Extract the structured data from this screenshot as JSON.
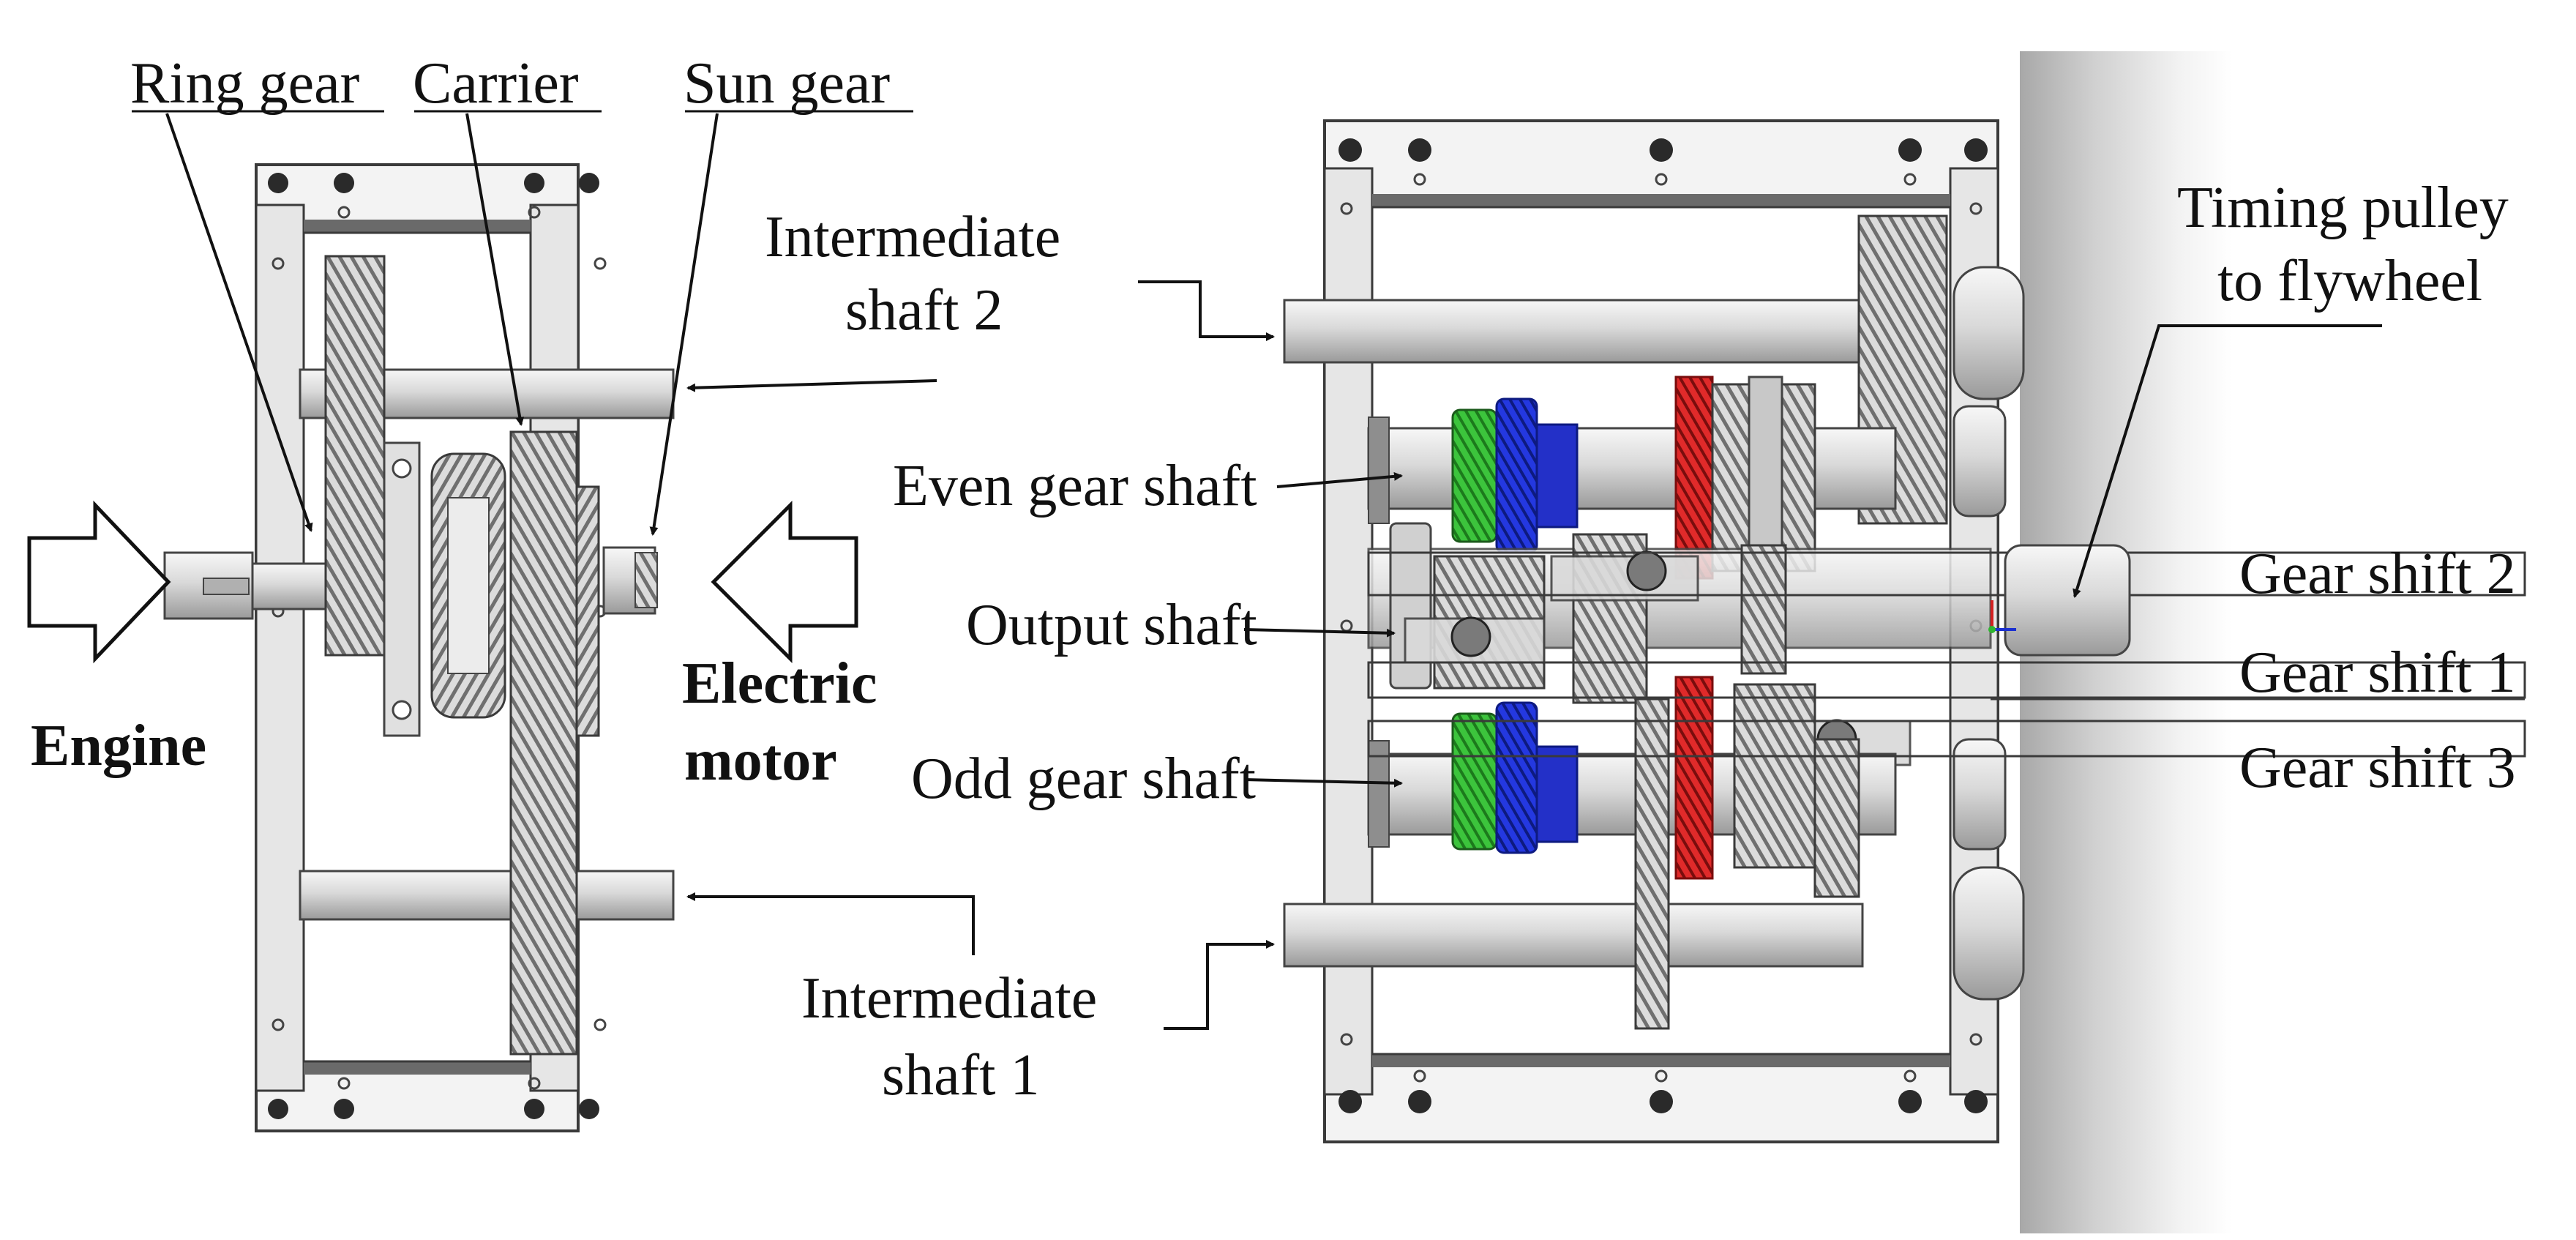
{
  "planetary": {
    "ring_gear": "Ring gear",
    "carrier": "Carrier",
    "sun_gear": "Sun gear",
    "engine": "Engine",
    "electric_motor_line1": "Electric",
    "electric_motor_line2": "motor"
  },
  "transmission": {
    "intermediate_shaft_2_line1": "Intermediate",
    "intermediate_shaft_2_line2": "shaft 2",
    "even_gear_shaft": "Even gear shaft",
    "output_shaft": "Output shaft",
    "odd_gear_shaft": "Odd gear shaft",
    "intermediate_shaft_1_line1": "Intermediate",
    "intermediate_shaft_1_line2": "shaft 1",
    "timing_pulley_line1": "Timing pulley",
    "timing_pulley_line2": "to flywheel",
    "gear_shift_2": "Gear shift 2",
    "gear_shift_1": "Gear shift 1",
    "gear_shift_3": "Gear shift 3"
  },
  "colors": {
    "gear_green": "#2fb52f",
    "gear_blue": "#1a2fd0",
    "gear_red": "#d42020",
    "frame": "#ededed",
    "outline": "#3a3a3a"
  }
}
